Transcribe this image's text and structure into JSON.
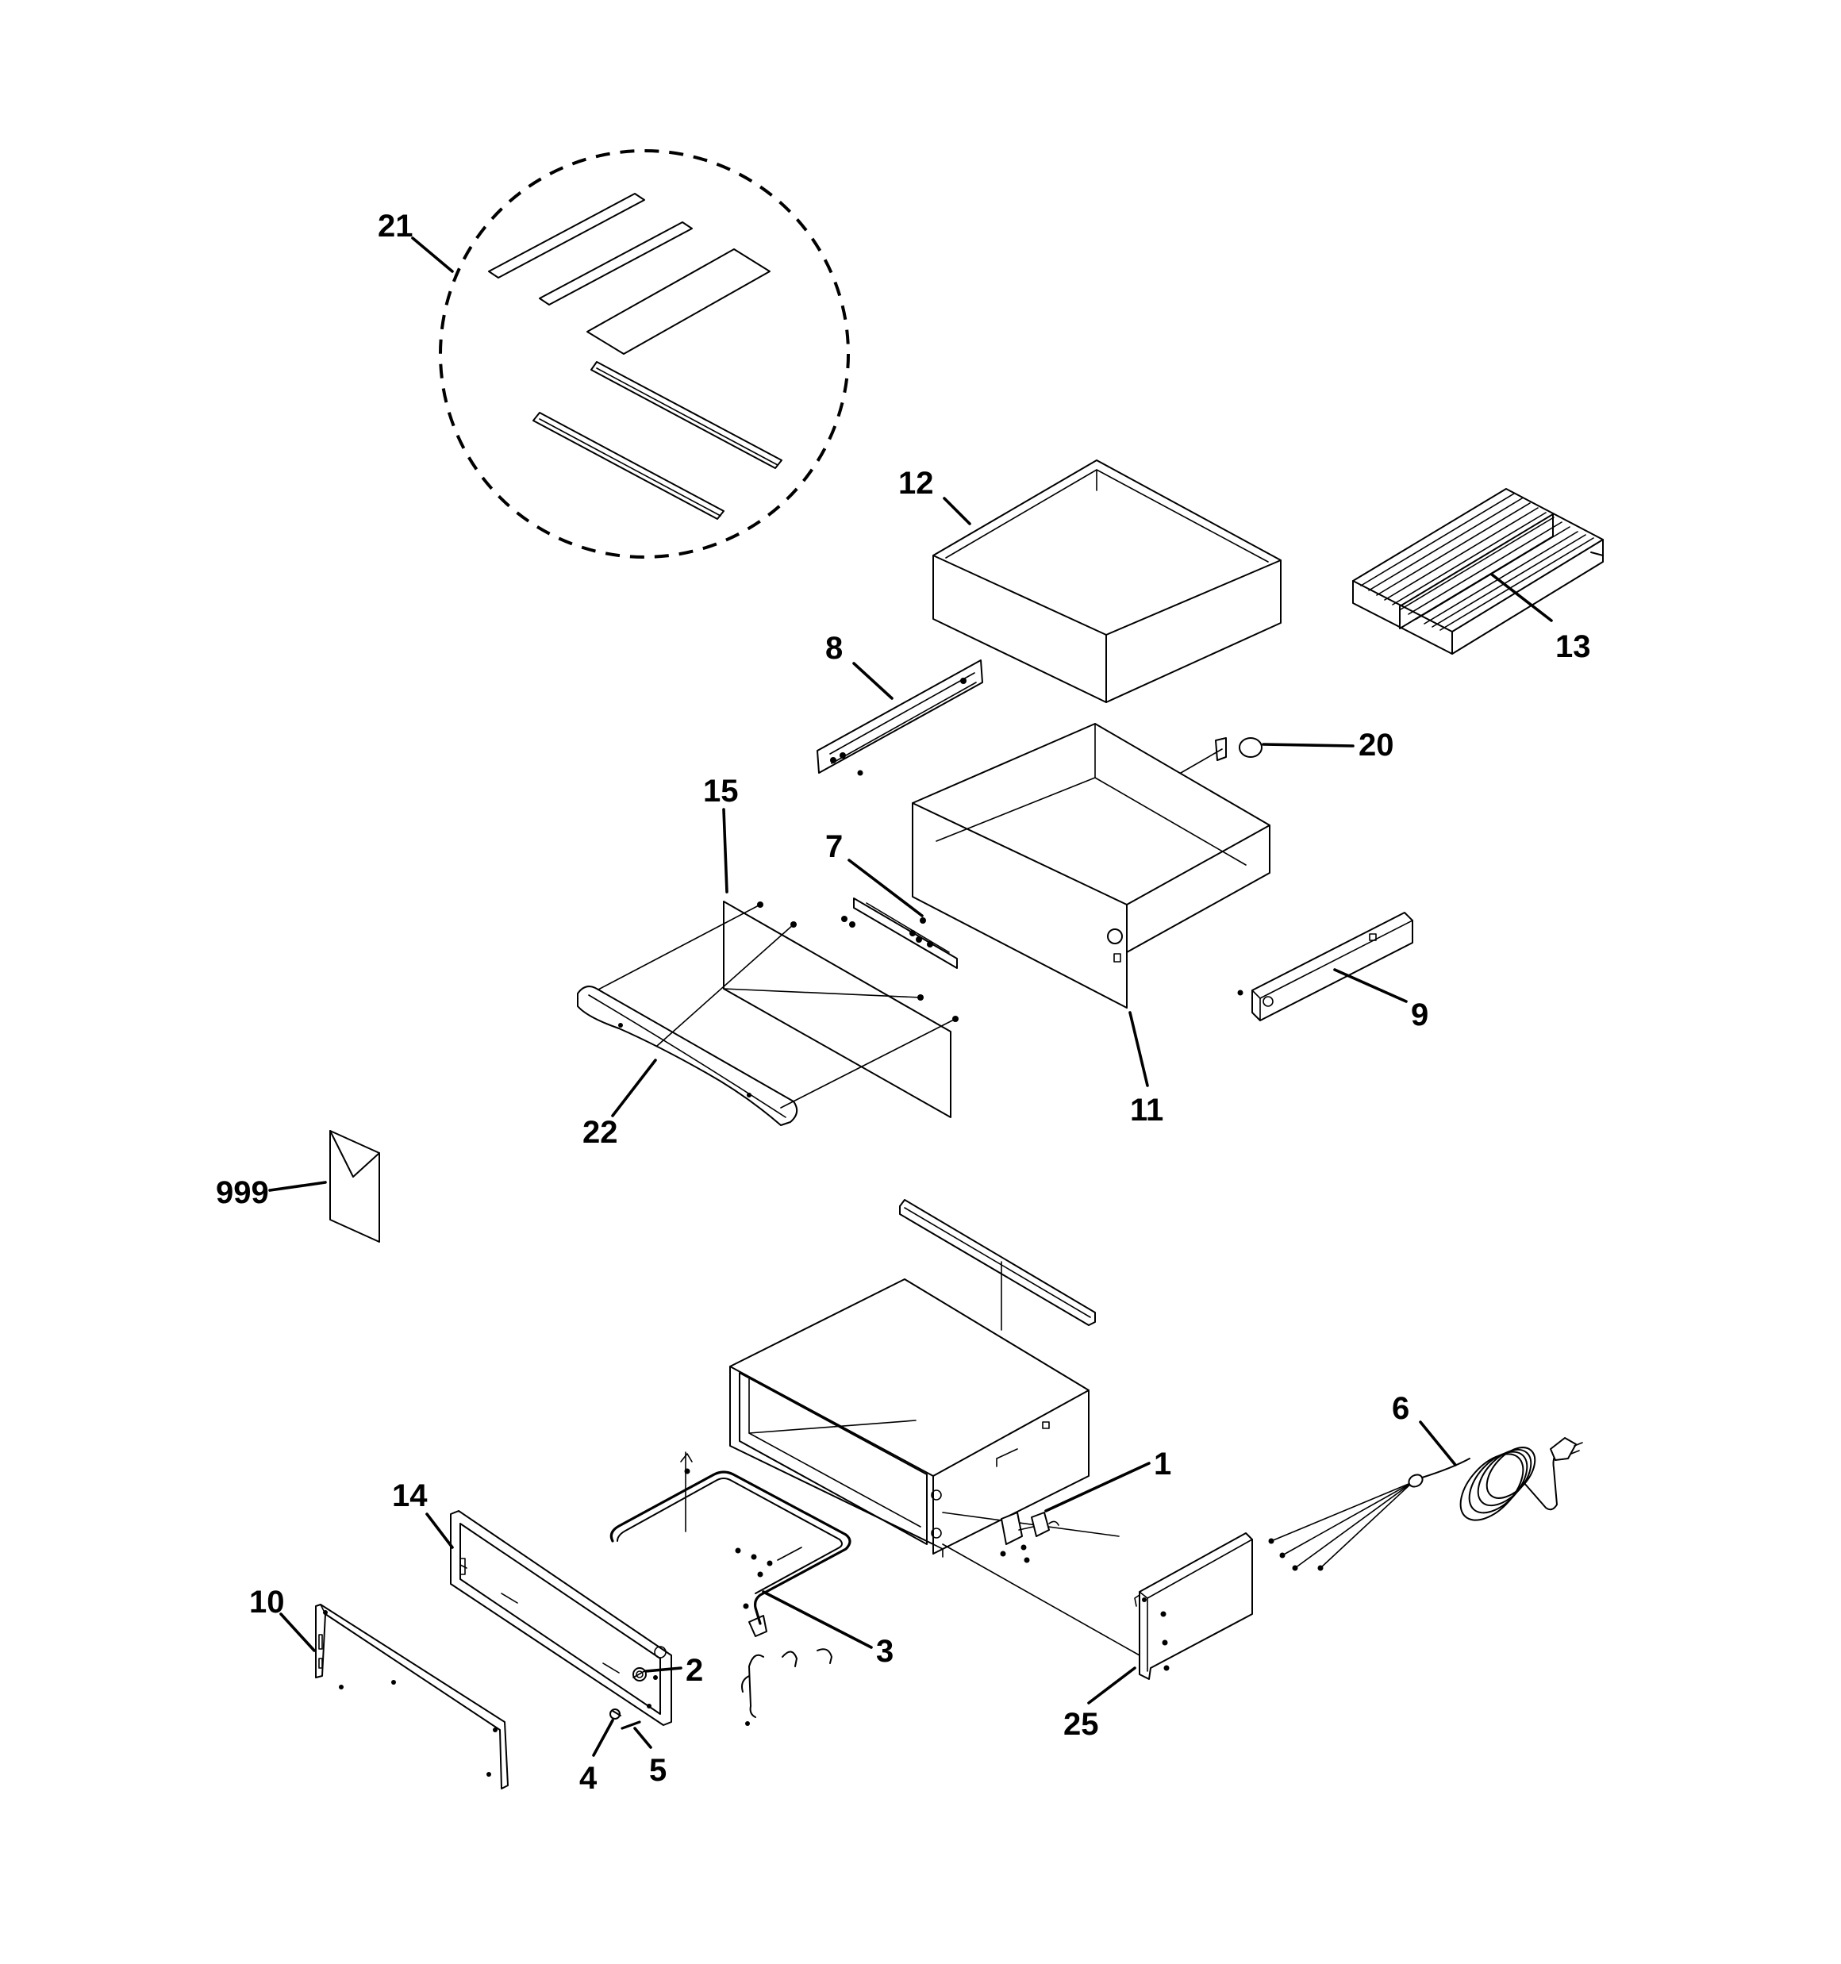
{
  "callouts": {
    "c21": "21",
    "c12": "12",
    "c13": "13",
    "c8": "8",
    "c20": "20",
    "c15": "15",
    "c7": "7",
    "c9": "9",
    "c11": "11",
    "c22": "22",
    "c999": "999",
    "c6": "6",
    "c1": "1",
    "c14": "14",
    "c10": "10",
    "c2": "2",
    "c3": "3",
    "c4": "4",
    "c5": "5",
    "c25": "25"
  }
}
